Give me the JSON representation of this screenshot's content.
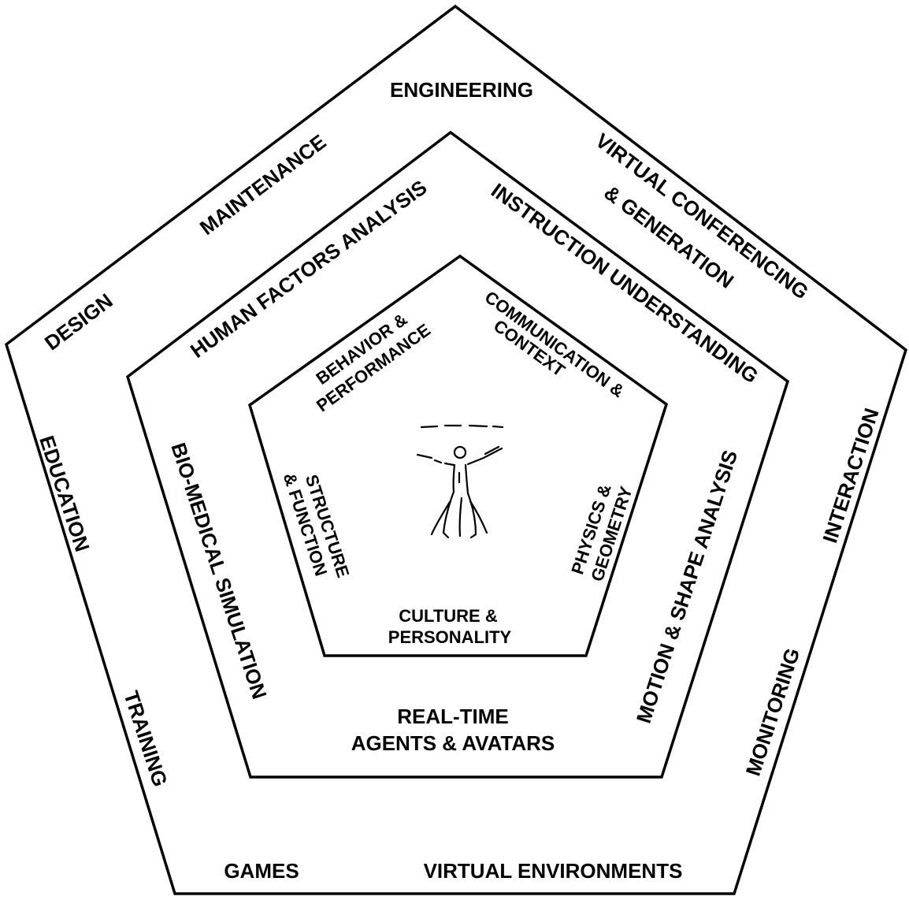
{
  "outer_ring": {
    "engineering": "ENGINEERING",
    "maintenance": "MAINTENANCE",
    "virtual_conferencing": "VIRTUAL CONFERENCING",
    "generation": "& GENERATION",
    "design": "DESIGN",
    "education": "EDUCATION",
    "training": "TRAINING",
    "games": "GAMES",
    "virtual_environments": "VIRTUAL ENVIRONMENTS",
    "monitoring": "MONITORING",
    "interaction": "INTERACTION"
  },
  "middle_ring": {
    "human_factors": "HUMAN FACTORS ANALYSIS",
    "instruction": "INSTRUCTION UNDERSTANDING",
    "bio_medical": "BIO-MEDICAL SIMULATION",
    "motion_shape": "MOTION & SHAPE ANALYSIS",
    "real_time": "REAL-TIME",
    "agents_avatars": "AGENTS &  AVATARS"
  },
  "inner_ring": {
    "behavior": "BEHAVIOR &",
    "performance": "PERFORMANCE",
    "communication": "COMMUNICATION &",
    "context": "CONTEXT",
    "structure": "STRUCTURE",
    "function": "& FUNCTION",
    "physics": "PHYSICS &",
    "geometry": "GEOMETRY",
    "culture": "CULTURE &",
    "personality": "PERSONALITY"
  },
  "icons": {
    "center_figure": "human-figure-icon"
  }
}
